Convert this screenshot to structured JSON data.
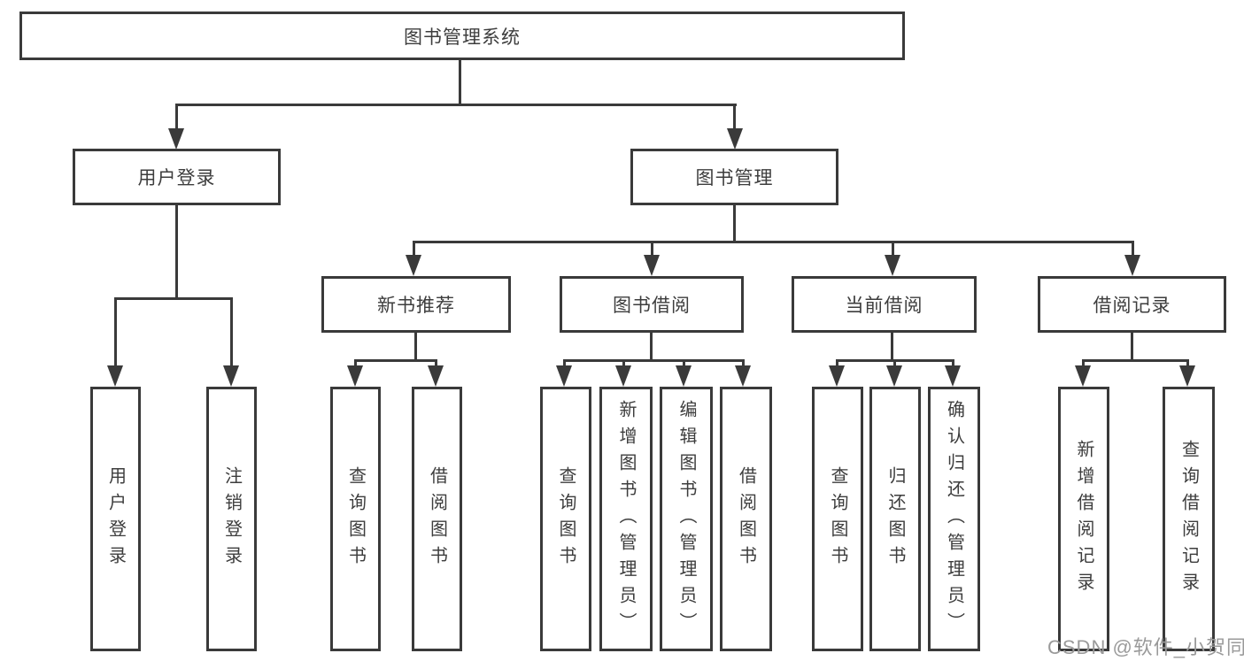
{
  "diagram": {
    "root": {
      "label": "图书管理系统"
    },
    "branches": [
      {
        "label": "用户登录",
        "children": [
          {
            "label": "用户登录"
          },
          {
            "label": "注销登录"
          }
        ]
      },
      {
        "label": "图书管理",
        "children": [
          {
            "label": "新书推荐",
            "children": [
              {
                "label": "查询图书"
              },
              {
                "label": "借阅图书"
              }
            ]
          },
          {
            "label": "图书借阅",
            "children": [
              {
                "label": "查询图书"
              },
              {
                "label": "新增图书（管理员）"
              },
              {
                "label": "编辑图书（管理员）"
              },
              {
                "label": "借阅图书"
              }
            ]
          },
          {
            "label": "当前借阅",
            "children": [
              {
                "label": "查询图书"
              },
              {
                "label": "归还图书"
              },
              {
                "label": "确认归还（管理员）"
              }
            ]
          },
          {
            "label": "借阅记录",
            "children": [
              {
                "label": "新增借阅记录"
              },
              {
                "label": "查询借阅记录"
              }
            ]
          }
        ]
      }
    ],
    "watermark": "CSDN @软件_小贺同学",
    "colors": {
      "line": "#3a3a3a",
      "text": "#3d3d3d",
      "background": "#ffffff",
      "watermark": "#9a9a9a"
    }
  }
}
